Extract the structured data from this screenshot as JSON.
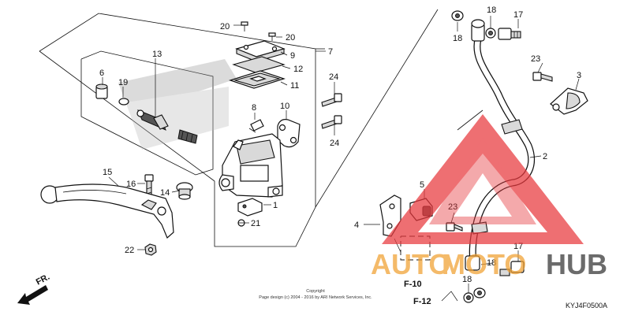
{
  "labels": {
    "p1": "1",
    "p2": "2",
    "p3": "3",
    "p4": "4",
    "p5": "5",
    "p6": "6",
    "p7": "7",
    "p8": "8",
    "p9": "9",
    "p10": "10",
    "p11": "11",
    "p12": "12",
    "p13": "13",
    "p14": "14",
    "p15": "15",
    "p16": "16",
    "p17a": "17",
    "p17b": "17",
    "p18a": "18",
    "p18b": "18",
    "p18c": "18",
    "p18d": "18",
    "p19": "19",
    "p20a": "20",
    "p20b": "20",
    "p21": "21",
    "p22": "22",
    "p23a": "23",
    "p23b": "23",
    "p24a": "24",
    "p24b": "24"
  },
  "refs": {
    "f10": "F-10",
    "f12": "F-12",
    "fr": "FR."
  },
  "copyright": {
    "line1": "Copyright",
    "line2": "Page design (c) 2004 - 2016 by ARI Network Services, Inc."
  },
  "diagram_code": "KYJ4F0500A",
  "watermark": {
    "part1": "AUTO",
    "part2": "MOTO",
    "part3": "HUB"
  },
  "colors": {
    "watermark_red": "#e8383d",
    "watermark_orange": "#f0a030",
    "watermark_dark": "#333333",
    "line": "#111111"
  }
}
